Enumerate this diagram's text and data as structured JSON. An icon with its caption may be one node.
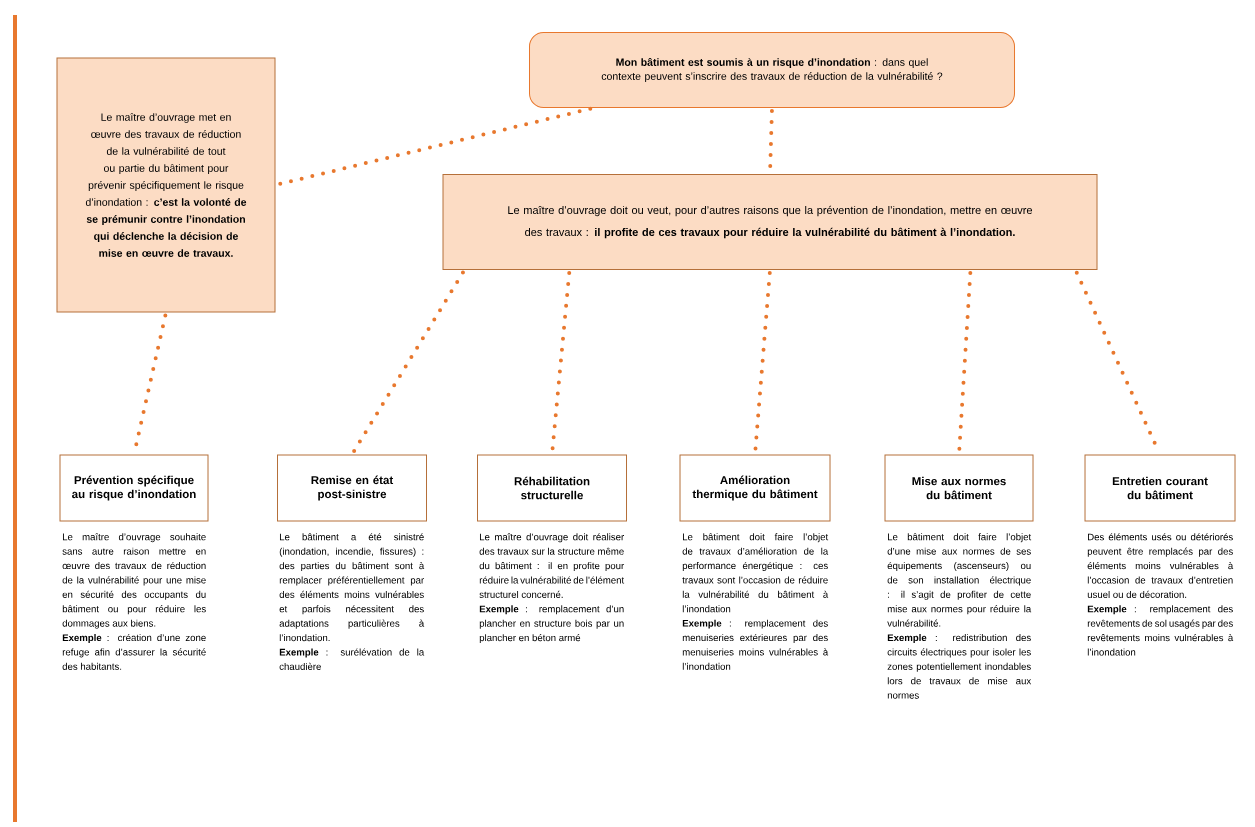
{
  "diagram": {
    "nodes": [
      {
        "text": [
          "**Mon bâtiment est soumis à un risque d’inondation** : dans quel contexte peuvent s’inscrire des travaux de réduction de la vulnérabilité ?"
        ]
      },
      {
        "text": [
          "Le maître d’ouvrage met en œuvre des travaux de réduction de la vulnérabilité de tout ou partie du bâtiment pour prévenir spécifiquement le risque d’inondation : **c’est la volonté de se prémunir contre l’inondation qui déclenche la décision de mise en œuvre de travaux.**"
        ]
      },
      {
        "text": [
          "Le maître d’ouvrage doit ou veut, pour d’autres raisons que la prévention de l’inondation, mettre en œuvre des travaux : **il profite de ces travaux pour réduire la vulnérabilité du bâtiment à l’inondation.**"
        ]
      },
      {
        "text": [
          "Prévention spécifique au risque d’inondation"
        ],
        "beside": [
          "Le maître d’ouvrage souhaite sans autre raison mettre en œuvre des travaux de réduction de la vulnérabilité pour une mise en sécurité des occupants du bâtiment ou pour réduire les dommages aux biens.",
          "**Exemple** : création d’une zone refuge afin d’assurer la sécurité des habitants."
        ]
      },
      {
        "text": [
          "Remise en état post-sinistre"
        ],
        "beside": [
          "Le bâtiment a été sinistré (inondation, incendie, fissures) : des parties du bâtiment sont à remplacer préférentiellement par des éléments moins vulnérables et parfois nécessitent des adaptations particulières à l’inondation.",
          "**Exemple** : surélévation de la chaudière"
        ]
      },
      {
        "text": [
          "Réhabilitation structurelle"
        ],
        "beside": [
          "Le maître d’ouvrage doit réaliser des travaux sur la structure même du bâtiment : il en profite pour réduire la vulnérabilité de l’élément structurel concerné.",
          "**Exemple** : remplacement d’un plancher en structure bois par un plancher en béton armé"
        ]
      },
      {
        "text": [
          "Amélioration thermique du bâtiment"
        ],
        "beside": [
          "Le bâtiment doit faire l’objet de travaux d’amélioration de la performance énergétique : ces travaux sont l’occasion de réduire la vulnérabilité du bâtiment à l’inondation",
          "**Exemple** : remplacement des menuiseries extérieures par des menuiseries moins vulnérables à l’inondation"
        ]
      },
      {
        "text": [
          "Mise aux normes du bâtiment"
        ],
        "beside": [
          "Le bâtiment doit faire l’objet d’une mise aux normes de ses équipements (ascenseurs) ou de son installation électrique : il s’agit de profiter de cette mise aux normes pour réduire la vulnérabilité.",
          "**Exemple** : redistribution des circuits électriques pour isoler les zones potentiellement inondables lors de travaux de mise aux normes"
        ]
      },
      {
        "text": [
          "Entretien courant du bâtiment"
        ],
        "beside": [
          "Des éléments usés ou détériorés peuvent être remplacés par des éléments moins vulnérables à l’occasion de travaux d’entretien usuel ou de décoration.",
          "**Exemple** : remplacement des revêtements de sol usagés par des revêtements moins vulnérables à l’inondation"
        ]
      }
    ],
    "edges": [
      {
        "from": 0,
        "to": 1,
        "arrow": "none"
      },
      {
        "from": 0,
        "to": 2,
        "arrow": "none"
      },
      {
        "from": 1,
        "to": 3,
        "arrow": "none"
      },
      {
        "from": 2,
        "to": 4,
        "arrow": "none"
      },
      {
        "from": 2,
        "to": 5,
        "arrow": "none"
      },
      {
        "from": 2,
        "to": 6,
        "arrow": "none"
      },
      {
        "from": 2,
        "to": 7,
        "arrow": "none"
      },
      {
        "from": 2,
        "to": 8,
        "arrow": "none"
      }
    ]
  }
}
